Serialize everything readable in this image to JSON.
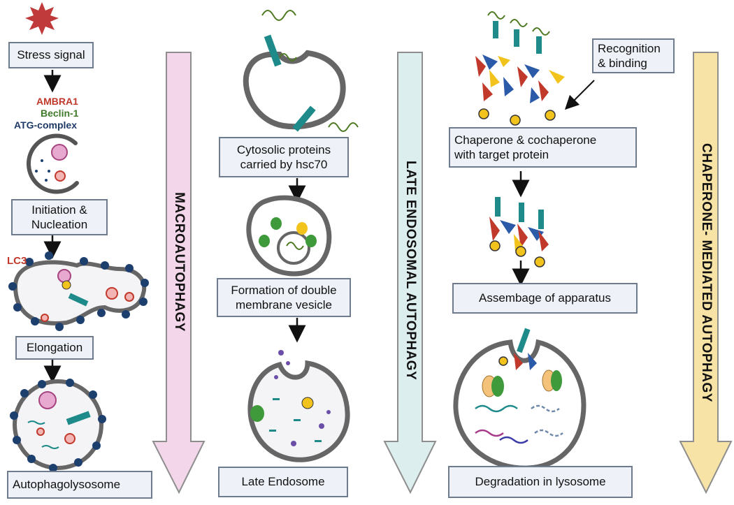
{
  "colors": {
    "box_fill": "#eef2f8",
    "box_border": "#6e7b8c",
    "macro_arrow": "#f3d6ea",
    "endosomal_arrow": "#dcefee",
    "cma_arrow": "#f8e3a6",
    "ambra1": "#c0392b",
    "beclin1": "#3f7a2a",
    "atg": "#1f3a66",
    "lc3": "#c0392b",
    "membrane": "#8a8a8a",
    "node_blue": "#1c3f6e",
    "star_red": "#c0393b"
  },
  "macroautophagy": {
    "section_label": "MACROAUTOPHAGY",
    "stress_signal": "Stress signal",
    "ambra1": "AMBRA1",
    "beclin1": "Beclin-1",
    "atg_complex": "ATG-complex",
    "initiation_line1": "Initiation &",
    "initiation_line2": "Nucleation",
    "lc3": "LC3",
    "elongation": "Elongation",
    "autophagolysosome": "Autophagolysosome"
  },
  "late_endosomal": {
    "section_label": "LATE ENDOSOMAL AUTOPHAGY",
    "cytosolic_line1": "Cytosolic proteins",
    "cytosolic_line2": "carried by hsc70",
    "formation_line1": "Formation of double",
    "formation_line2": "membrane vesicle",
    "late_endosome": "Late Endosome"
  },
  "cma": {
    "section_label": "CHAPERONE- MEDIATED AUTOPHAGY",
    "recognition_line1": "Recognition",
    "recognition_line2": "& binding",
    "chaperone_line1": "Chaperone & cochaperone",
    "chaperone_line2": "with target protein",
    "assembly": "Assembage of apparatus",
    "degradation": "Degradation in lysosome"
  }
}
